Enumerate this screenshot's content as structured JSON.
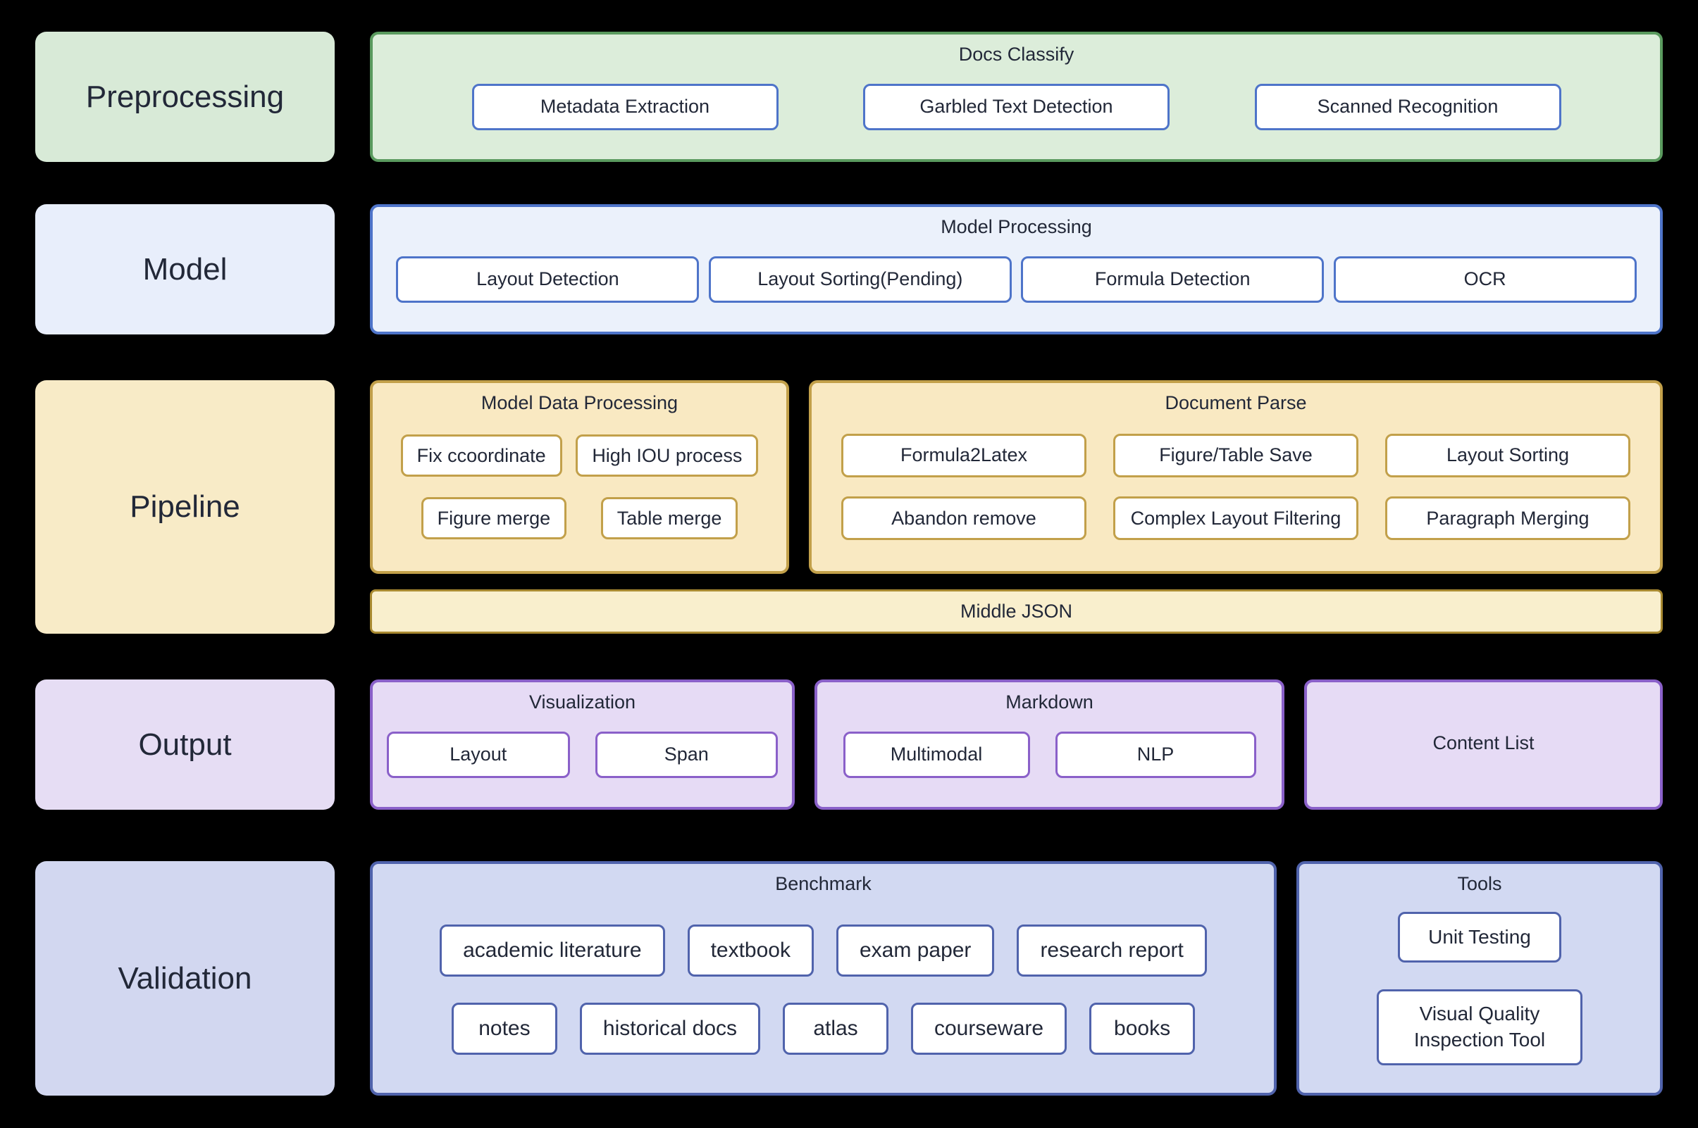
{
  "palette": {
    "bg": "#000000",
    "text": "#222838",
    "node_fill": "#ffffff",
    "green_fill": "#dcedda",
    "green_border": "#5a9a5e",
    "green_label": "#d8ead7",
    "blue_fill": "#ebf1fb",
    "blue_border": "#4e74c9",
    "blue_label": "#e8eefb",
    "yellow_fill": "#f9e9c2",
    "yellow_border": "#c2a04a",
    "yellow_label": "#f8ebc7",
    "yellow_bar_fill": "#f9efcd",
    "yellow_bar_border": "#a98a31",
    "purple_fill": "#e6dbf5",
    "purple_border": "#8a60c9",
    "purple_label": "#e6ddf4",
    "indigo_fill": "#d2d9f2",
    "indigo_border": "#5063ac",
    "indigo_label": "#d2d7f0"
  },
  "rows": {
    "preprocessing": {
      "label": "Preprocessing",
      "docs_classify": {
        "title": "Docs Classify",
        "items": [
          "Metadata Extraction",
          "Garbled Text Detection",
          "Scanned Recognition"
        ]
      }
    },
    "model": {
      "label": "Model",
      "model_processing": {
        "title": "Model Processing",
        "items": [
          "Layout Detection",
          "Layout Sorting(Pending)",
          "Formula Detection",
          "OCR"
        ]
      }
    },
    "pipeline": {
      "label": "Pipeline",
      "model_data_processing": {
        "title": "Model Data Processing",
        "items": [
          "Fix ccoordinate",
          "High IOU process",
          "Figure merge",
          "Table merge"
        ]
      },
      "document_parse": {
        "title": "Document Parse",
        "items": [
          "Formula2Latex",
          "Figure/Table Save",
          "Layout Sorting",
          "Abandon remove",
          "Complex Layout Filtering",
          "Paragraph Merging"
        ]
      },
      "middle_json": "Middle JSON"
    },
    "output": {
      "label": "Output",
      "visualization": {
        "title": "Visualization",
        "items": [
          "Layout",
          "Span"
        ]
      },
      "markdown": {
        "title": "Markdown",
        "items": [
          "Multimodal",
          "NLP"
        ]
      },
      "content_list": {
        "title": "Content List"
      }
    },
    "validation": {
      "label": "Validation",
      "benchmark": {
        "title": "Benchmark",
        "row1": [
          "academic literature",
          "textbook",
          "exam paper",
          "research report"
        ],
        "row2": [
          "notes",
          "historical docs",
          "atlas",
          "courseware",
          "books"
        ]
      },
      "tools": {
        "title": "Tools",
        "items": [
          "Unit Testing",
          "Visual Quality Inspection Tool"
        ]
      }
    }
  }
}
